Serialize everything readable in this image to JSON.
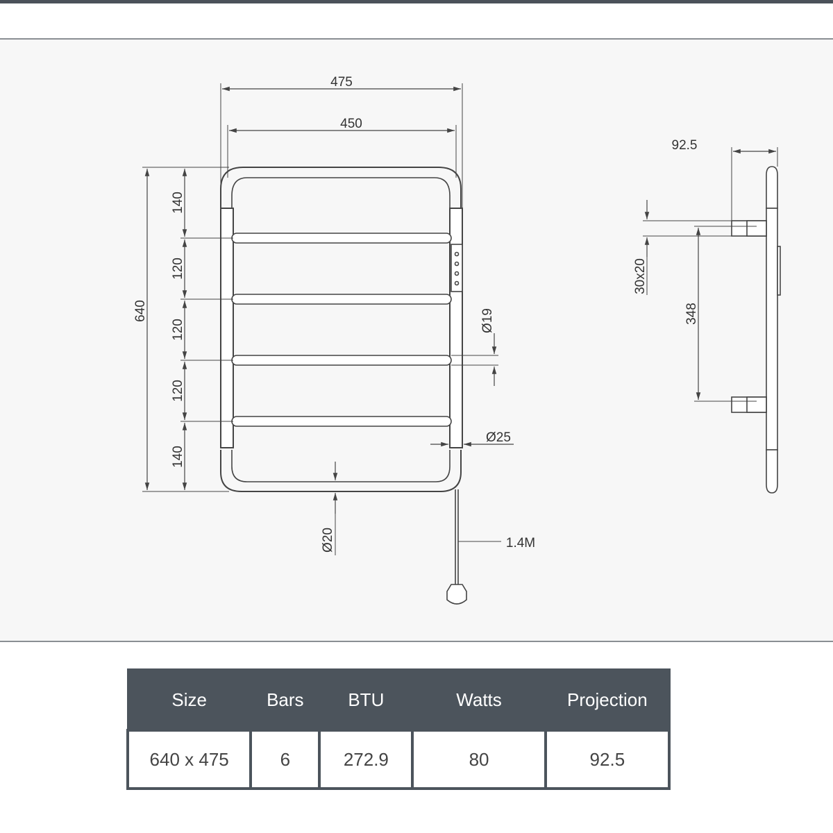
{
  "drawing": {
    "front": {
      "overall_width": "475",
      "inner_width": "450",
      "overall_height": "640",
      "spacing_top": "140",
      "spacing_1": "120",
      "spacing_2": "120",
      "spacing_3": "120",
      "spacing_bottom": "140",
      "bar_diameter": "Ø19",
      "rail_diameter": "Ø25",
      "bottom_diameter": "Ø20",
      "cable_length": "1.4M"
    },
    "side": {
      "projection": "92.5",
      "bracket_size": "30x20",
      "bracket_centres": "348"
    }
  },
  "table": {
    "headers": [
      "Size",
      "Bars",
      "BTU",
      "Watts",
      "Projection"
    ],
    "row": [
      "640 x 475",
      "6",
      "272.9",
      "80",
      "92.5"
    ]
  },
  "colors": {
    "header_bg": "#4c545c",
    "line": "#444444"
  }
}
